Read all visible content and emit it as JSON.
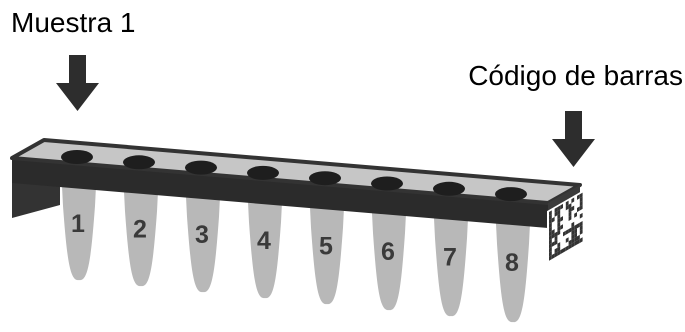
{
  "labels": {
    "sample": "Muestra 1",
    "barcode": "Código de barras"
  },
  "tubes": [
    "1",
    "2",
    "3",
    "4",
    "5",
    "6",
    "7",
    "8"
  ],
  "colors": {
    "frame": "#333333",
    "tube": "#b8b8b8",
    "arrow": "#2d2d2d",
    "text": "#000000"
  }
}
